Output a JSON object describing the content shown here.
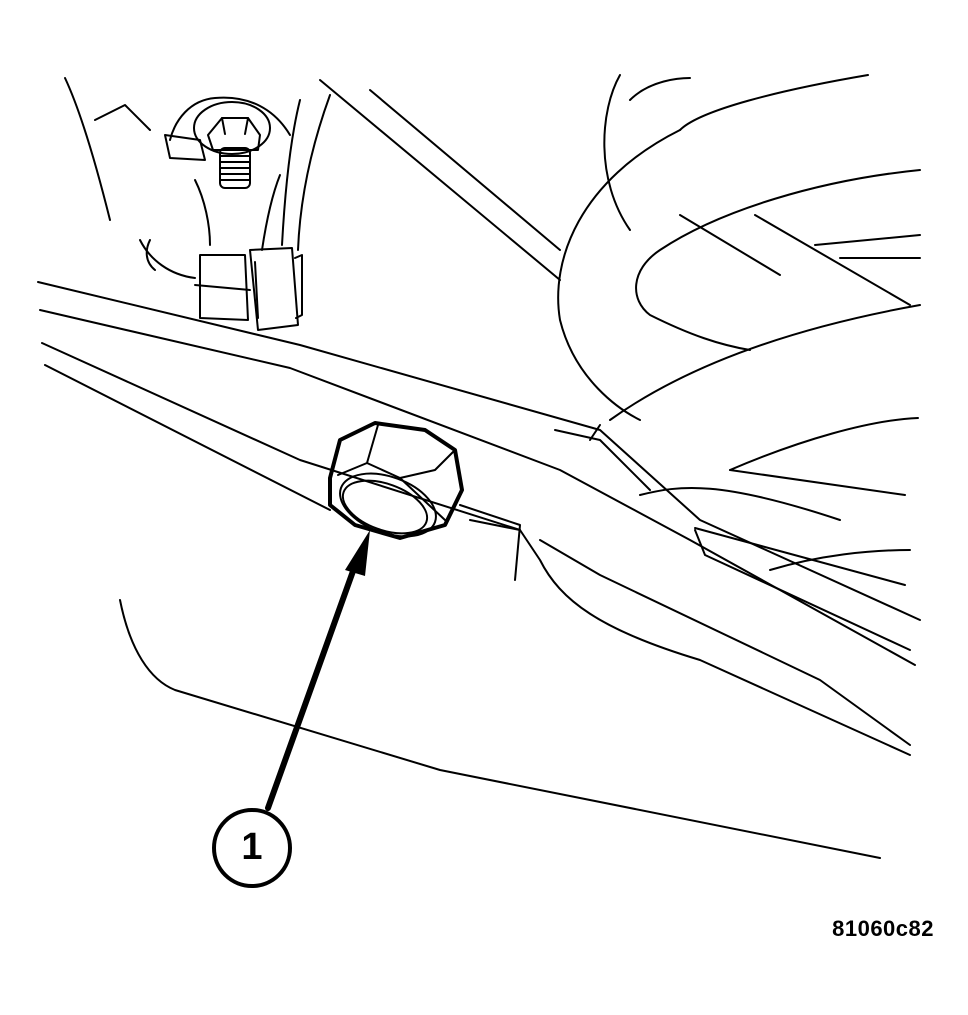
{
  "diagram": {
    "type": "technical-line-illustration",
    "subject": "drain plug on pan/housing underside",
    "colors": {
      "line": "#000000",
      "background": "#ffffff"
    },
    "callouts": [
      {
        "number": "1",
        "target": "hex drain plug"
      }
    ],
    "figure_id": "81060c82"
  }
}
